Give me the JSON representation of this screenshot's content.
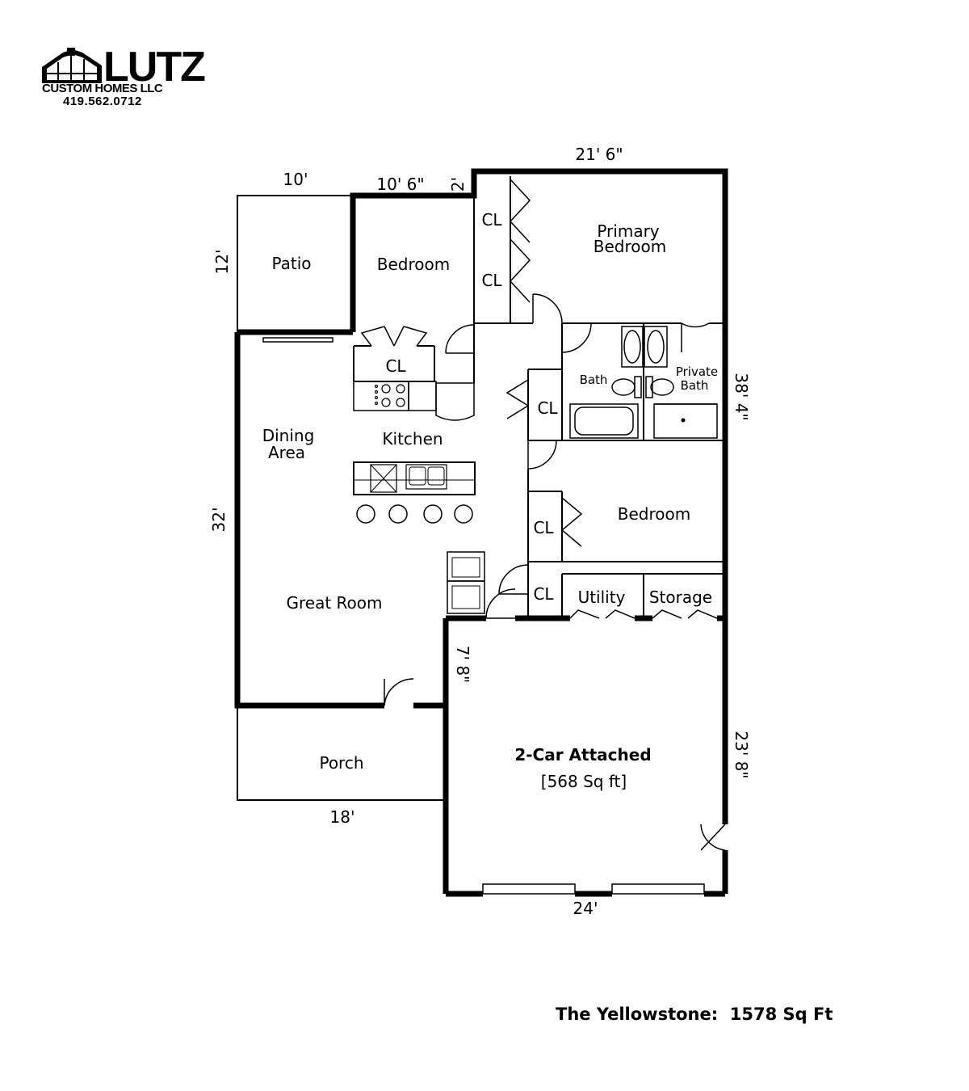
{
  "logo": {
    "name": "LUTZ",
    "subtitle": "CUSTOM HOMES LLC",
    "phone": "419.562.0712"
  },
  "rooms": {
    "patio": "Patio",
    "bedroom_top": "Bedroom",
    "primary_bedroom_line1": "Primary",
    "primary_bedroom_line2": "Bedroom",
    "closet": "CL",
    "bath": "Bath",
    "private_bath_line1": "Private",
    "private_bath_line2": "Bath",
    "dining_line1": "Dining",
    "dining_line2": "Area",
    "kitchen": "Kitchen",
    "bedroom_mid": "Bedroom",
    "great_room": "Great Room",
    "utility": "Utility",
    "storage": "Storage",
    "porch": "Porch",
    "garage": "2-Car Attached",
    "garage_area": "[568 Sq ft]"
  },
  "dimensions": {
    "patio_width": "10'",
    "patio_depth": "12'",
    "bedroom_width": "10' 6\"",
    "jog": "2'",
    "top_width": "21' 6\"",
    "right_depth": "38' 4\"",
    "left_depth": "32'",
    "garage_offset": "7' 8\"",
    "garage_depth": "23' 8\"",
    "porch_width": "18'",
    "garage_width": "24'"
  },
  "footer": "The Yellowstone:  1578 Sq Ft"
}
